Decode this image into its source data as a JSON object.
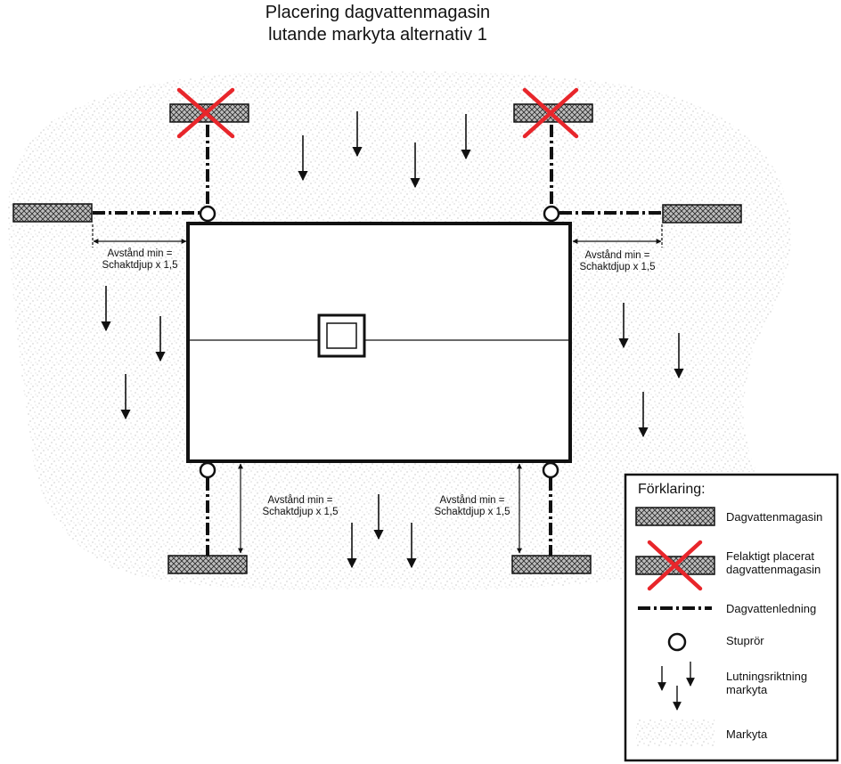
{
  "title": {
    "line1": "Placering dagvattenmagasin",
    "line2": "lutande markyta alternativ 1"
  },
  "dimension_label": {
    "line1": "Avstånd min =",
    "line2": "Schaktdjup x 1,5"
  },
  "legend": {
    "title": "Förklaring:",
    "items": [
      {
        "symbol": "hatched-rectangle-icon",
        "label": "Dagvattenmagasin"
      },
      {
        "symbol": "crossed-hatched-rectangle-icon",
        "label": "Felaktigt placerat dagvattenmagasin",
        "line1": "Felaktigt placerat",
        "line2": "dagvattenmagasin"
      },
      {
        "symbol": "dash-dot-line-icon",
        "label": "Dagvattenledning"
      },
      {
        "symbol": "circle-icon",
        "label": "Stuprör"
      },
      {
        "symbol": "down-arrows-icon",
        "label": "Lutningsriktning markyta",
        "line1": "Lutningsriktning",
        "line2": "markyta"
      },
      {
        "symbol": "stipple-icon",
        "label": "Markyta"
      }
    ]
  },
  "colors": {
    "cross": "#e8262b",
    "line": "#111111",
    "stipple": "#9a9a9a",
    "background": "#ffffff"
  }
}
